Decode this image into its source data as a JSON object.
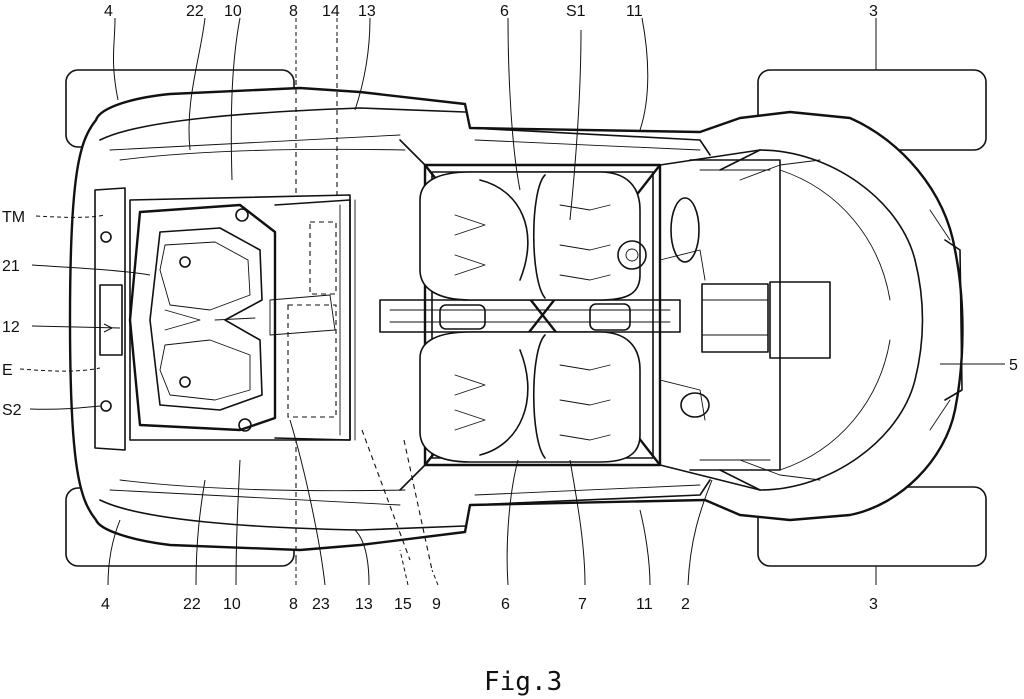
{
  "figure": {
    "caption": "Fig.3",
    "labels": {
      "top": [
        "4",
        "22",
        "10",
        "8",
        "14",
        "13",
        "6",
        "S1",
        "11",
        "3"
      ],
      "left": [
        "TM",
        "21",
        "12",
        "E",
        "S2"
      ],
      "right": [
        "5"
      ],
      "bottom": [
        "4",
        "22",
        "10",
        "8",
        "23",
        "13",
        "15",
        "9",
        "6",
        "7",
        "11",
        "2",
        "3"
      ]
    }
  }
}
